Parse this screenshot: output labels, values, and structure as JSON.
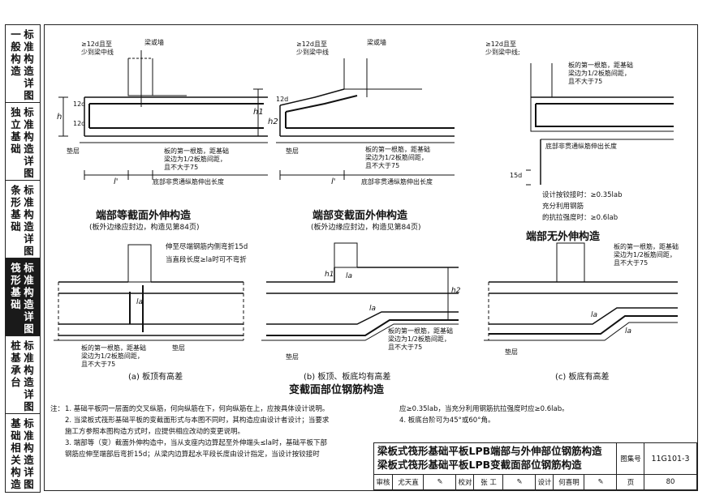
{
  "sidebar": {
    "tabs": [
      {
        "col1": "一般构造",
        "col2": "标准构造详图",
        "active": false
      },
      {
        "col1": "独立基础",
        "col2": "标准构造详图",
        "active": false
      },
      {
        "col1": "条形基础",
        "col2": "标准构造详图",
        "active": false
      },
      {
        "col1": "筏形基础",
        "col2": "标准构造详图",
        "active": true
      },
      {
        "col1": "桩基承台",
        "col2": "标准构造详图",
        "active": false
      },
      {
        "col1": "基础相关构造",
        "col2": "标准构造详图",
        "active": false
      }
    ]
  },
  "figures": {
    "top_left": {
      "title": "端部等截面外伸构造",
      "subtitle": "(板外边缘应封边，构造见第84页)",
      "labels": {
        "anchor": "≥12d且至\n少到梁中线",
        "beam": "梁或墙",
        "h": "h",
        "d1": "12d",
        "d2": "12d",
        "pad": "垫层",
        "first_bar": "板的第一根筋，距基础\n梁边为1/2板筋间距，\n且不大于75",
        "lprime": "l'",
        "ext": "底部非贯通纵筋伸出长度"
      }
    },
    "top_mid": {
      "title": "端部变截面外伸构造",
      "subtitle": "(板外边缘应封边，构造见第84页)",
      "labels": {
        "anchor": "≥12d且至\n少到梁中线",
        "beam": "梁或墙",
        "h1": "h1",
        "h2": "h2",
        "d": "12d",
        "pad": "垫层",
        "first_bar": "板的第一根筋，距基础\n梁边为1/2板筋间距，\n且不大于75",
        "lprime": "l'",
        "ext": "底部非贯通纵筋伸出长度"
      }
    },
    "top_right": {
      "title": "端部无外伸构造",
      "labels": {
        "anchor": "≥12d且至\n少到梁中线;",
        "first_bar": "板的第一根筋，距基础\n梁边为1/2板筋间距，\n且不大于75",
        "ext": "底部非贯通纵筋伸出长度",
        "d": "15d",
        "note1": "设计按铰接时：≥0.35lab",
        "note2": "充分利用钢筋",
        "note3": "的抗拉强度时：≥0.6lab"
      }
    },
    "bot_a": {
      "caption": "(a)  板顶有高差",
      "labels": {
        "bend": "伸至尽端钢筋内侧弯折15d",
        "straight": "当直段长度≥la时可不弯折",
        "la": "la",
        "first_bar": "板的第一根筋，距基础\n梁边为1/2板筋间距，\n且不大于75",
        "pad": "垫层"
      }
    },
    "bot_b": {
      "caption": "(b)  板顶、板底均有高差",
      "labels": {
        "la1": "la",
        "la2": "la",
        "h1": "h1",
        "h2": "h2",
        "first_bar": "板的第一根筋，距基础\n梁边为1/2板筋间距，\n且不大于75",
        "pad": "垫层"
      }
    },
    "bot_c": {
      "caption": "(c)  板底有高差",
      "labels": {
        "first_bar": "板的第一根筋，距基础\n梁边为1/2板筋间距，\n且不大于75",
        "la1": "la",
        "la2": "la",
        "pad": "垫层"
      }
    },
    "bottom_title": "变截面部位钢筋构造"
  },
  "notes": {
    "label": "注：",
    "items": [
      "1. 基础平板同一层面的交叉纵筋，何向纵筋在下，何向纵筋在上，应按具体设计说明。",
      "2. 当梁板式筏形基础平板的变截面形式与本图不同时，其构造应由设计者设计；当要求",
      "   施工方参照本图构造方式时，应提供相应改动的变更说明。",
      "3. 端部等（变）截面外伸构造中，当从支座内边算起至外伸端头≤la时，基础平板下部",
      "   钢筋应伸至端部后弯折15d；从梁内边算起水平段长度由设计指定，当设计按铰接时"
    ],
    "right_items": [
      "应≥0.35lab，当充分利用钢筋抗拉强度时应≥0.6lab。",
      "4. 板底台阶可为45°或60°角。"
    ]
  },
  "title_block": {
    "title1": "梁板式筏形基础平板LPB端部与外伸部位钢筋构造",
    "title2": "梁板式筏形基础平板LPB变截面部位钢筋构造",
    "atlas_label": "图集号",
    "atlas_no": "11G101-3",
    "review_label": "审核",
    "reviewer": "尤天直",
    "check_label": "校对",
    "checker": "张 工",
    "design_label": "设计",
    "designer": "何喜明",
    "page_label": "页",
    "page_no": "80"
  }
}
